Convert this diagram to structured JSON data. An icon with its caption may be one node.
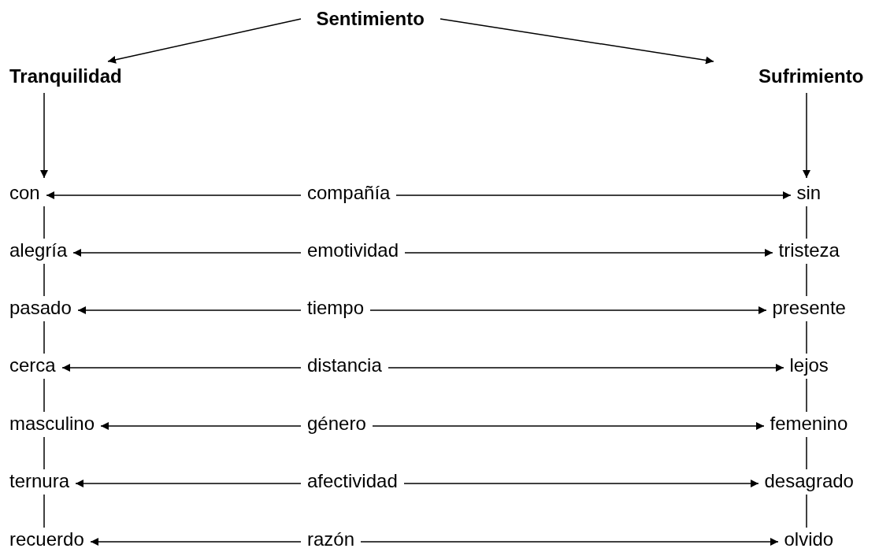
{
  "diagram": {
    "nodes": [
      {
        "text": [
          "Sentimiento"
        ]
      },
      {
        "text": [
          "Tranquilidad"
        ]
      },
      {
        "text": [
          "Sufrimiento"
        ]
      },
      {
        "text": [
          "con"
        ]
      },
      {
        "text": [
          "compañía"
        ]
      },
      {
        "text": [
          "sin"
        ]
      },
      {
        "text": [
          "alegría"
        ]
      },
      {
        "text": [
          "emotividad"
        ]
      },
      {
        "text": [
          "tristeza"
        ]
      },
      {
        "text": [
          "pasado"
        ]
      },
      {
        "text": [
          "tiempo"
        ]
      },
      {
        "text": [
          "presente"
        ]
      },
      {
        "text": [
          "cerca"
        ]
      },
      {
        "text": [
          "distancia"
        ]
      },
      {
        "text": [
          "lejos"
        ]
      },
      {
        "text": [
          "masculino"
        ]
      },
      {
        "text": [
          "género"
        ]
      },
      {
        "text": [
          "femenino"
        ]
      },
      {
        "text": [
          "ternura"
        ]
      },
      {
        "text": [
          "afectividad"
        ]
      },
      {
        "text": [
          "desagrado"
        ]
      },
      {
        "text": [
          "recuerdo"
        ]
      },
      {
        "text": [
          "razón"
        ]
      },
      {
        "text": [
          "olvido"
        ]
      }
    ],
    "edges": [
      {
        "from": 0,
        "to": 1,
        "arrow": "to"
      },
      {
        "from": 0,
        "to": 2,
        "arrow": "to"
      },
      {
        "from": 1,
        "to": 3,
        "arrow": "to"
      },
      {
        "from": 2,
        "to": 5,
        "arrow": "to"
      },
      {
        "from": 4,
        "to": 3,
        "arrow": "to"
      },
      {
        "from": 4,
        "to": 5,
        "arrow": "to"
      },
      {
        "from": 7,
        "to": 6,
        "arrow": "to"
      },
      {
        "from": 7,
        "to": 8,
        "arrow": "to"
      },
      {
        "from": 10,
        "to": 9,
        "arrow": "to"
      },
      {
        "from": 10,
        "to": 11,
        "arrow": "to"
      },
      {
        "from": 13,
        "to": 12,
        "arrow": "to"
      },
      {
        "from": 13,
        "to": 14,
        "arrow": "to"
      },
      {
        "from": 16,
        "to": 15,
        "arrow": "to"
      },
      {
        "from": 16,
        "to": 17,
        "arrow": "to"
      },
      {
        "from": 19,
        "to": 18,
        "arrow": "to"
      },
      {
        "from": 19,
        "to": 20,
        "arrow": "to"
      },
      {
        "from": 22,
        "to": 21,
        "arrow": "to"
      },
      {
        "from": 22,
        "to": 23,
        "arrow": "to"
      },
      {
        "from": 3,
        "to": 6,
        "arrow": "none"
      },
      {
        "from": 6,
        "to": 9,
        "arrow": "none"
      },
      {
        "from": 9,
        "to": 12,
        "arrow": "none"
      },
      {
        "from": 12,
        "to": 15,
        "arrow": "none"
      },
      {
        "from": 15,
        "to": 18,
        "arrow": "none"
      },
      {
        "from": 18,
        "to": 21,
        "arrow": "none"
      },
      {
        "from": 5,
        "to": 8,
        "arrow": "none"
      },
      {
        "from": 8,
        "to": 11,
        "arrow": "none"
      },
      {
        "from": 11,
        "to": 14,
        "arrow": "none"
      },
      {
        "from": 14,
        "to": 17,
        "arrow": "none"
      },
      {
        "from": 17,
        "to": 20,
        "arrow": "none"
      },
      {
        "from": 20,
        "to": 23,
        "arrow": "none"
      }
    ]
  }
}
